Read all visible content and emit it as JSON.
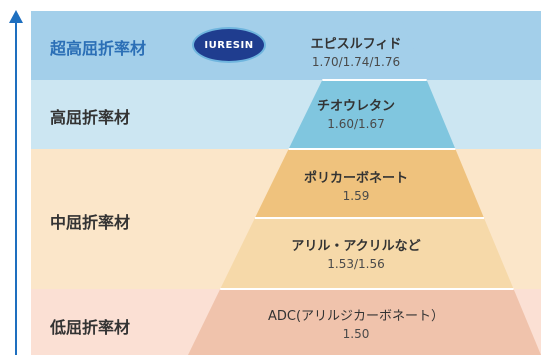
{
  "tiers": {
    "ultra": "超高屈折率材",
    "high": "高屈折率材",
    "mid": "中屈折率材",
    "low": "低屈折率材"
  },
  "logo": {
    "text": "IURESIN"
  },
  "materials": [
    {
      "name": "エピスルフィド",
      "index": "1.70/1.74/1.76",
      "color": "#a3cfea"
    },
    {
      "name": "チオウレタン",
      "index": "1.60/1.67",
      "color": "#80c6df"
    },
    {
      "name": "ポリカーボネート",
      "index": "1.59",
      "color": "#efc27d"
    },
    {
      "name": "アリル・アクリルなど",
      "index": "1.53/1.56",
      "color": "#f6d9a9"
    },
    {
      "name": "ADC(アリルジカーボネート）",
      "index": "1.50",
      "color": "#f0c3ac"
    }
  ],
  "colors": {
    "axis": "#1e6fbf",
    "band_ultra": "#a3cfea",
    "band_high": "#cce6f2",
    "band_mid": "#fbe6c9",
    "band_low": "#fbe0d4"
  }
}
